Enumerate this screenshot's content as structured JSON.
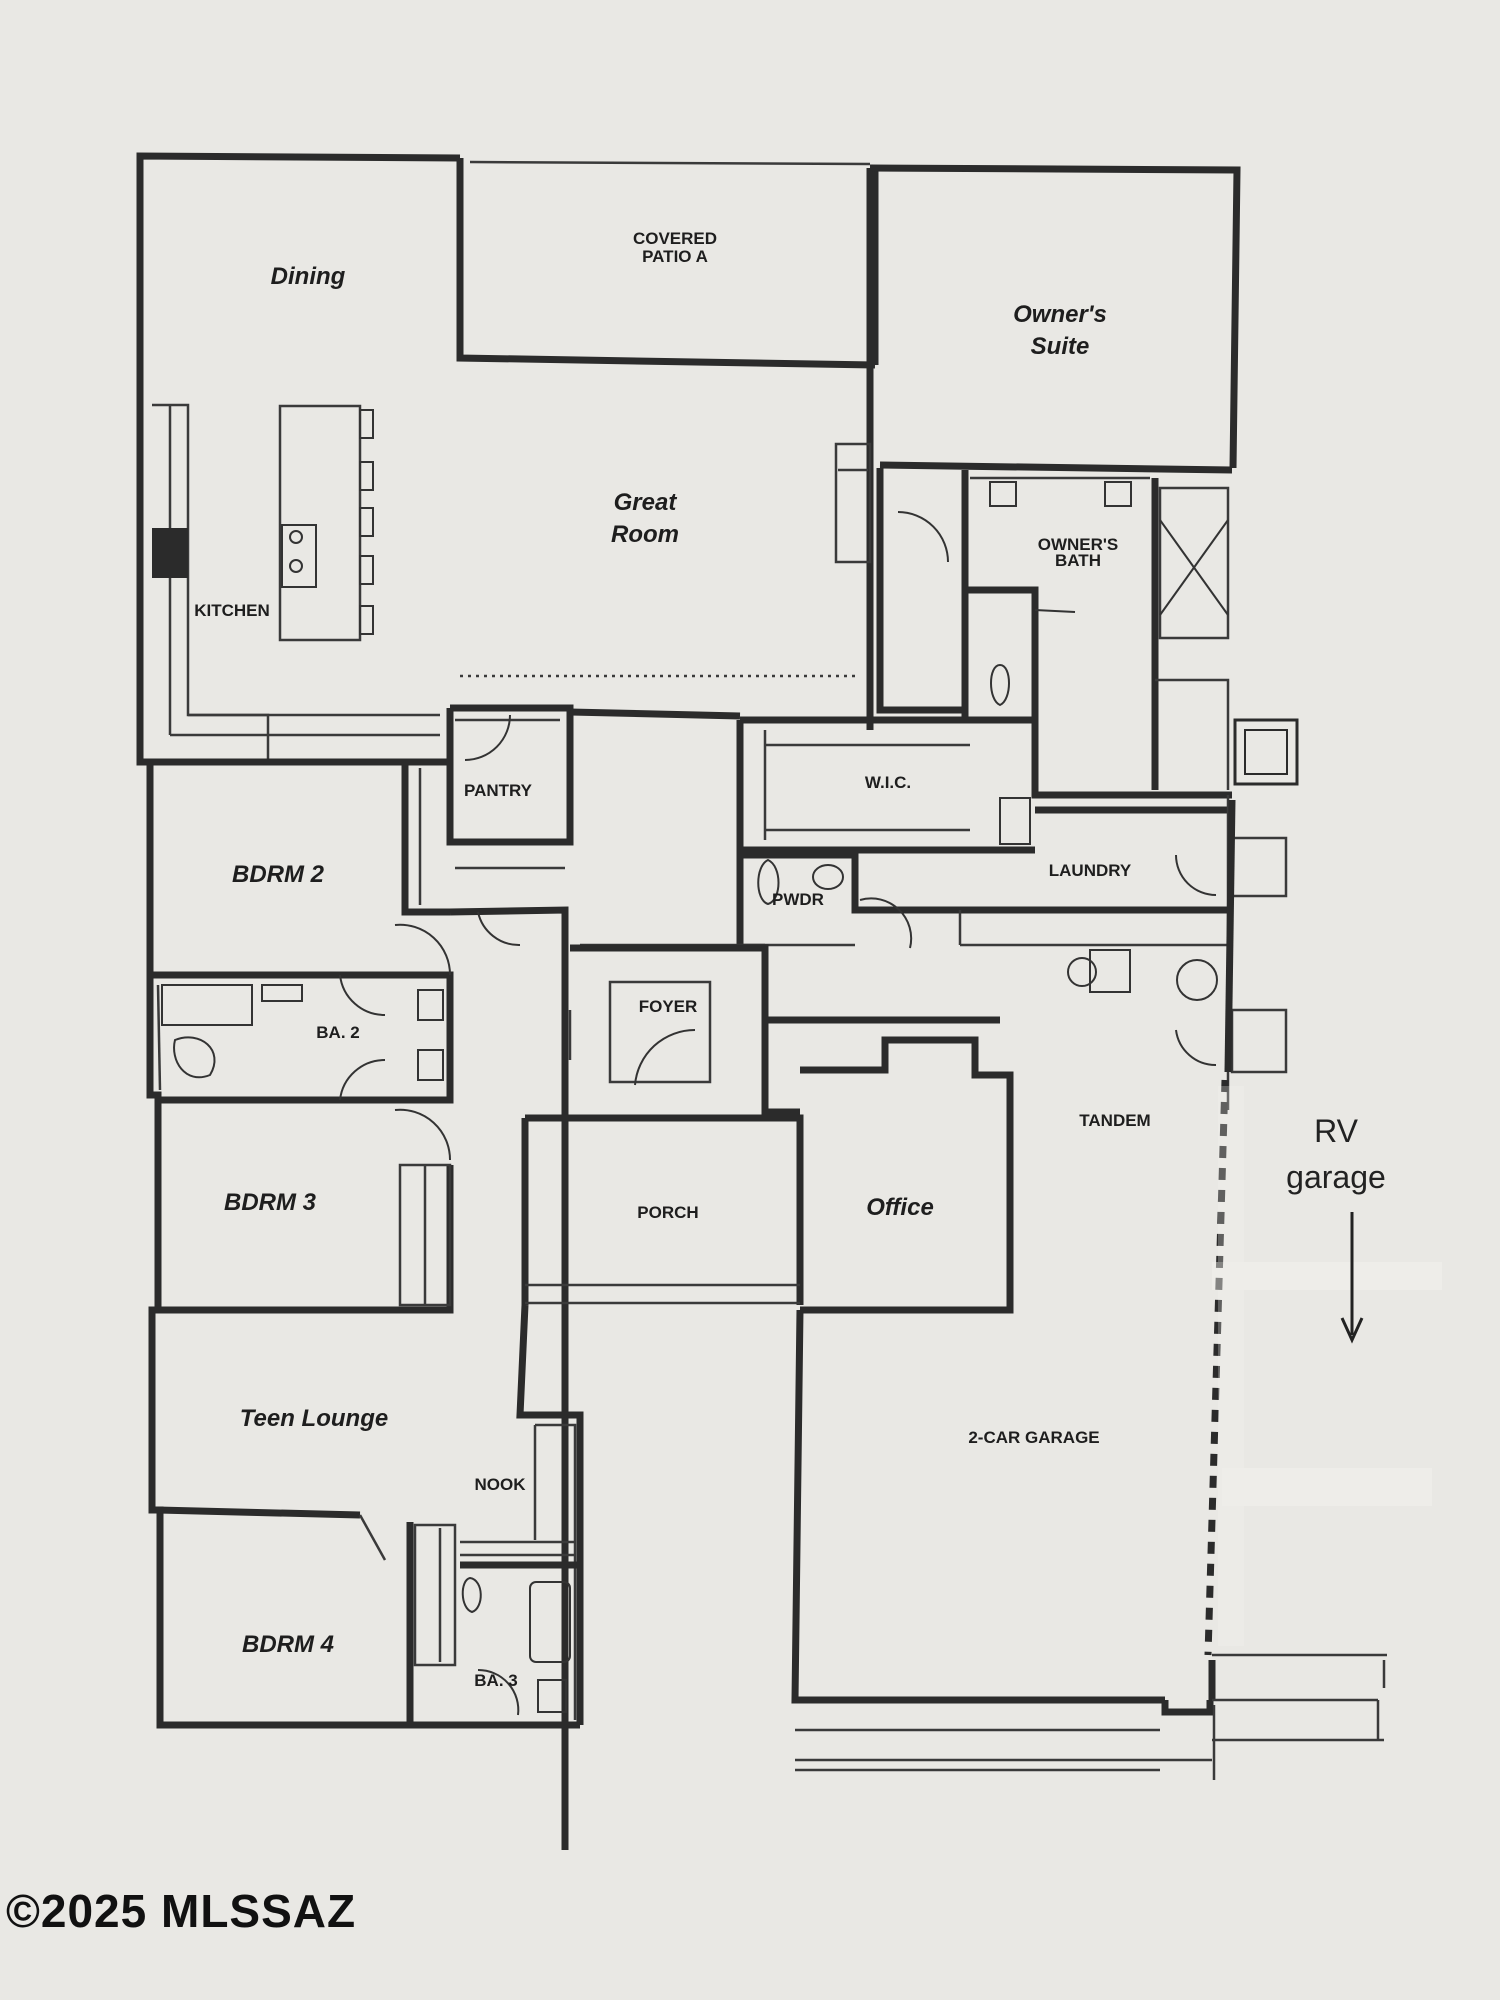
{
  "rooms": {
    "dining": "Dining",
    "covered_patio_line1": "COVERED",
    "covered_patio_line2": "PATIO A",
    "owners_suite_line1": "Owner's",
    "owners_suite_line2": "Suite",
    "great_room_line1": "Great",
    "great_room_line2": "Room",
    "kitchen": "KITCHEN",
    "owners_bath_line1": "OWNER'S",
    "owners_bath_line2": "BATH",
    "pantry": "PANTRY",
    "wic": "W.I.C.",
    "bdrm2": "BDRM 2",
    "laundry": "LAUNDRY",
    "pwdr": "PWDR",
    "ba2": "BA. 2",
    "foyer": "FOYER",
    "tandem": "TANDEM",
    "bdrm3": "BDRM 3",
    "porch": "PORCH",
    "office": "Office",
    "teen_lounge": "Teen Lounge",
    "nook": "NOOK",
    "two_car_garage": "2-CAR GARAGE",
    "bdrm4": "BDRM 4",
    "ba3": "BA. 3"
  },
  "annotation": {
    "rv_line1": "RV",
    "rv_line2": "garage"
  },
  "footer": {
    "copyright": "©2025 MLSSAZ"
  }
}
